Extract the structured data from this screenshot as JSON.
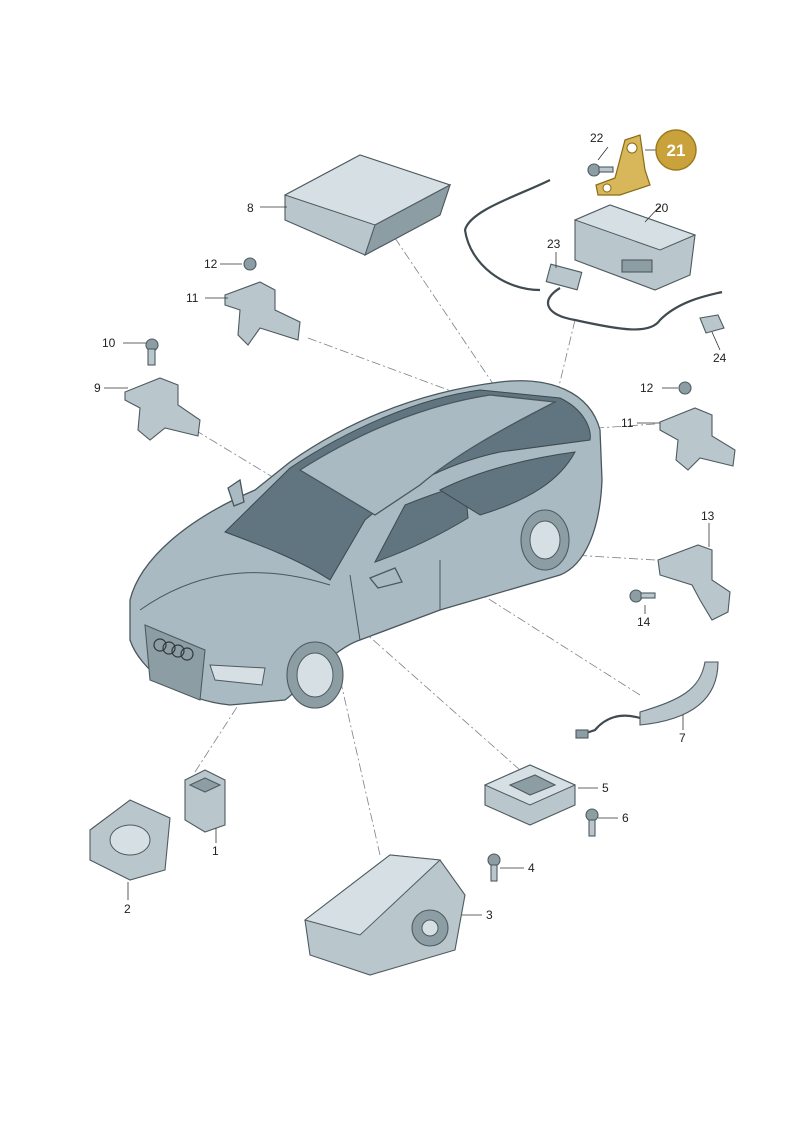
{
  "diagram": {
    "callouts": [
      {
        "id": "1",
        "text": "1"
      },
      {
        "id": "2",
        "text": "2"
      },
      {
        "id": "3",
        "text": "3"
      },
      {
        "id": "4",
        "text": "4"
      },
      {
        "id": "5",
        "text": "5"
      },
      {
        "id": "6",
        "text": "6"
      },
      {
        "id": "7",
        "text": "7"
      },
      {
        "id": "8",
        "text": "8"
      },
      {
        "id": "9",
        "text": "9"
      },
      {
        "id": "10",
        "text": "10"
      },
      {
        "id": "11a",
        "text": "11"
      },
      {
        "id": "11b",
        "text": "11"
      },
      {
        "id": "12a",
        "text": "12"
      },
      {
        "id": "12b",
        "text": "12"
      },
      {
        "id": "13",
        "text": "13"
      },
      {
        "id": "14",
        "text": "14"
      },
      {
        "id": "20",
        "text": "20"
      },
      {
        "id": "22",
        "text": "22"
      },
      {
        "id": "23",
        "text": "23"
      },
      {
        "id": "24",
        "text": "24"
      }
    ],
    "highlight": {
      "text": "21",
      "color": "#c9a23c"
    }
  }
}
